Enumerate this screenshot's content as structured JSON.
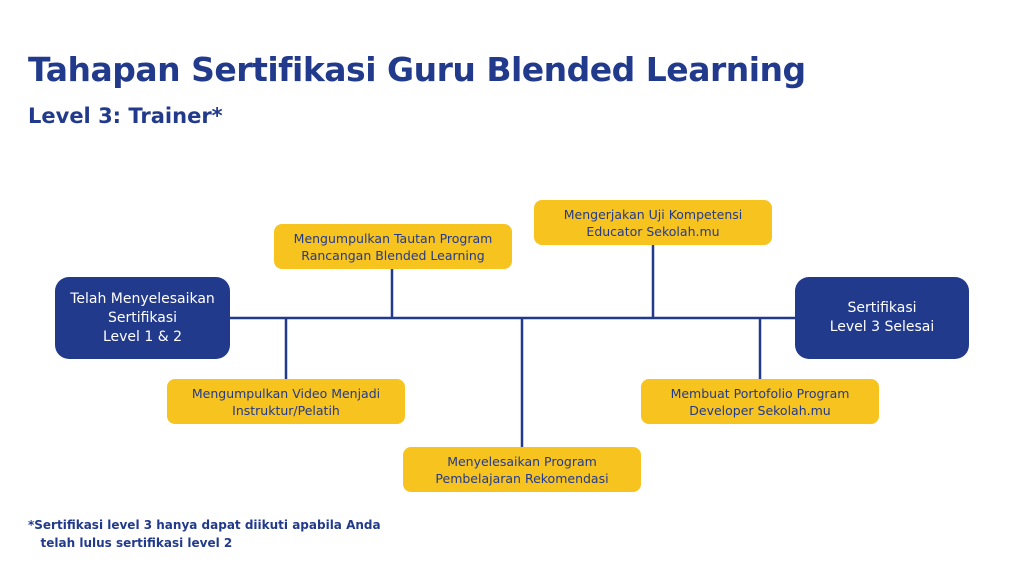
{
  "header": {
    "title": "Tahapan Sertifikasi Guru Blended Learning",
    "subtitle": "Level 3: Trainer*"
  },
  "diagram": {
    "start": "Telah Menyelesaikan\nSertifikasi\nLevel 1 & 2",
    "end": "Sertifikasi\nLevel 3 Selesai",
    "steps": [
      "Mengumpulkan Tautan Program\nRancangan Blended Learning",
      "Mengerjakan Uji Kompetensi\nEducator Sekolah.mu",
      "Mengumpulkan Video Menjadi\nInstruktur/Pelatih",
      "Menyelesaikan Program\nPembelajaran Rekomendasi",
      "Membuat Portofolio Program\nDeveloper Sekolah.mu"
    ],
    "colors": {
      "navy": "#223a8c",
      "yellow": "#f7c31f",
      "line": "#223a8c"
    }
  },
  "footnote": "*Sertifikasi level 3 hanya dapat diikuti apabila Anda\n   telah lulus sertifikasi level 2"
}
